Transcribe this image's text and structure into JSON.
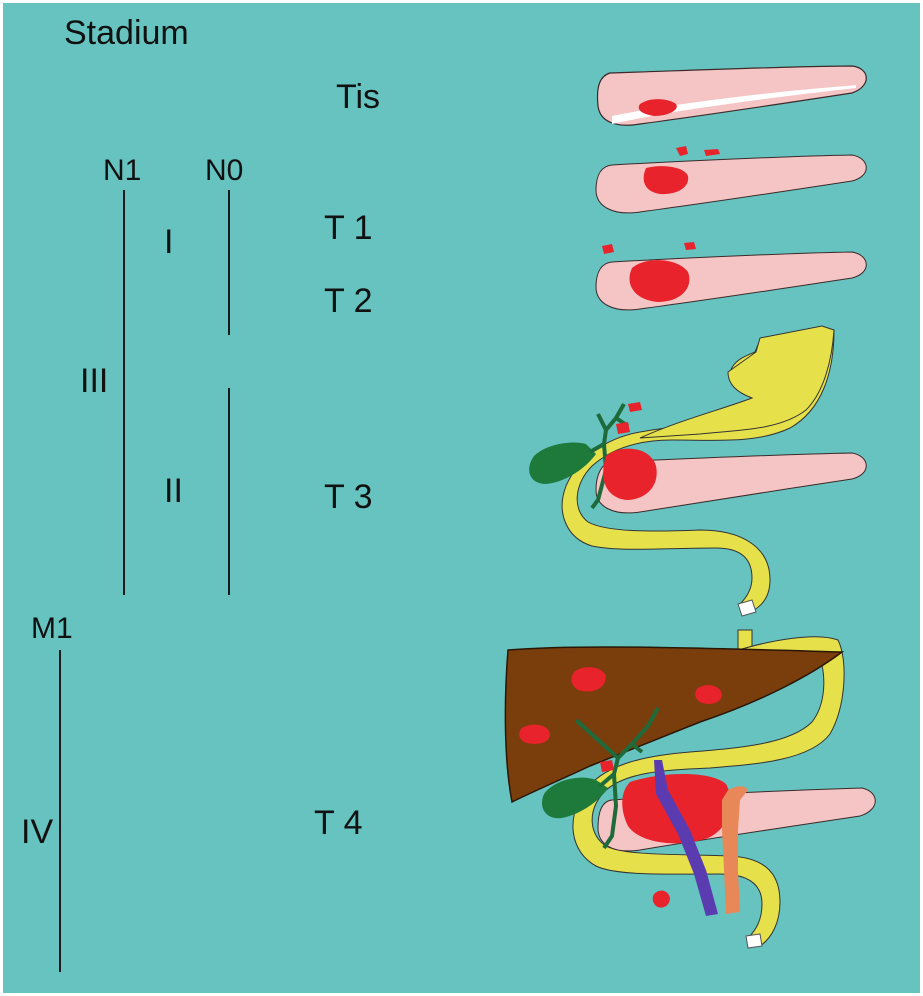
{
  "title": "Stadium",
  "nodal_labels": {
    "n1": "N1",
    "n0": "N0",
    "m1": "M1"
  },
  "stage_labels": {
    "s1": "I",
    "s2": "II",
    "s3": "III",
    "s4": "IV"
  },
  "t_labels": {
    "tis": "Tis",
    "t1": "T 1",
    "t2": "T 2",
    "t3": "T 3",
    "t4": "T 4"
  },
  "colors": {
    "background": "#66c3c0",
    "pancreas": "#f5c4c4",
    "tumor": "#e8232b",
    "duodenum": "#e6e14a",
    "liver": "#7a3d0c",
    "gallbladder": "#1e7a3a",
    "bile_duct": "#1e6a3a",
    "vein": "#5a3cb0",
    "artery": "#e88858"
  }
}
